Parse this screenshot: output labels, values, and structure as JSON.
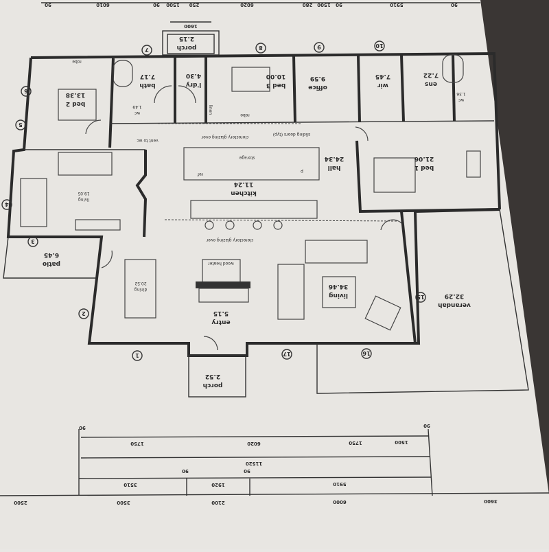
{
  "rooms": [
    {
      "name": "bed 2",
      "area": "13.38"
    },
    {
      "name": "bath",
      "area": "7.17"
    },
    {
      "name": "l'dry",
      "area": "4.30"
    },
    {
      "name": "bed 3",
      "area": "10.00"
    },
    {
      "name": "office",
      "area": "9.59"
    },
    {
      "name": "wir",
      "area": "7.45"
    },
    {
      "name": "ens",
      "area": "7.22"
    },
    {
      "name": "wc",
      "area": "1.36"
    },
    {
      "name": "wc",
      "area": "1.49"
    },
    {
      "name": "porch",
      "area": "2.15"
    },
    {
      "name": "bed 1",
      "area": "21.06"
    },
    {
      "name": "hall",
      "area": "24.34"
    },
    {
      "name": "kitchen",
      "area": "11.24"
    },
    {
      "name": "living",
      "area": "19.05"
    },
    {
      "name": "patio",
      "area": "6.45"
    },
    {
      "name": "dining",
      "area": "20.52"
    },
    {
      "name": "entry",
      "area": "5.15"
    },
    {
      "name": "living",
      "area": "34.46"
    },
    {
      "name": "verandah",
      "area": "32.29"
    },
    {
      "name": "porch",
      "area": "2.52"
    }
  ],
  "notes": {
    "robe": "robe",
    "linen": "linen",
    "vent": "vent to wc",
    "clerestory": "clerestory glazing over",
    "sliding": "sliding doors (typ)",
    "storage": "storage",
    "ref": "ref",
    "pantry": "p",
    "heater": "wood heater"
  },
  "grid_markers": [
    "1",
    "2",
    "3",
    "4",
    "5",
    "6",
    "7",
    "8",
    "9",
    "10",
    "15",
    "16",
    "17"
  ],
  "dimensions": {
    "row1": [
      "1750",
      "6020",
      "1750",
      "1500",
      "90",
      "90"
    ],
    "row2": [
      "11520"
    ],
    "row3": [
      "3510",
      "1920",
      "5910",
      "90",
      "90"
    ],
    "row4": [
      "2500",
      "3500",
      "2100",
      "6000",
      "3600"
    ],
    "top": [
      "90",
      "6010",
      "90",
      "1500",
      "250",
      "6020",
      "280",
      "1500",
      "90",
      "5910",
      "90",
      "1600"
    ]
  }
}
